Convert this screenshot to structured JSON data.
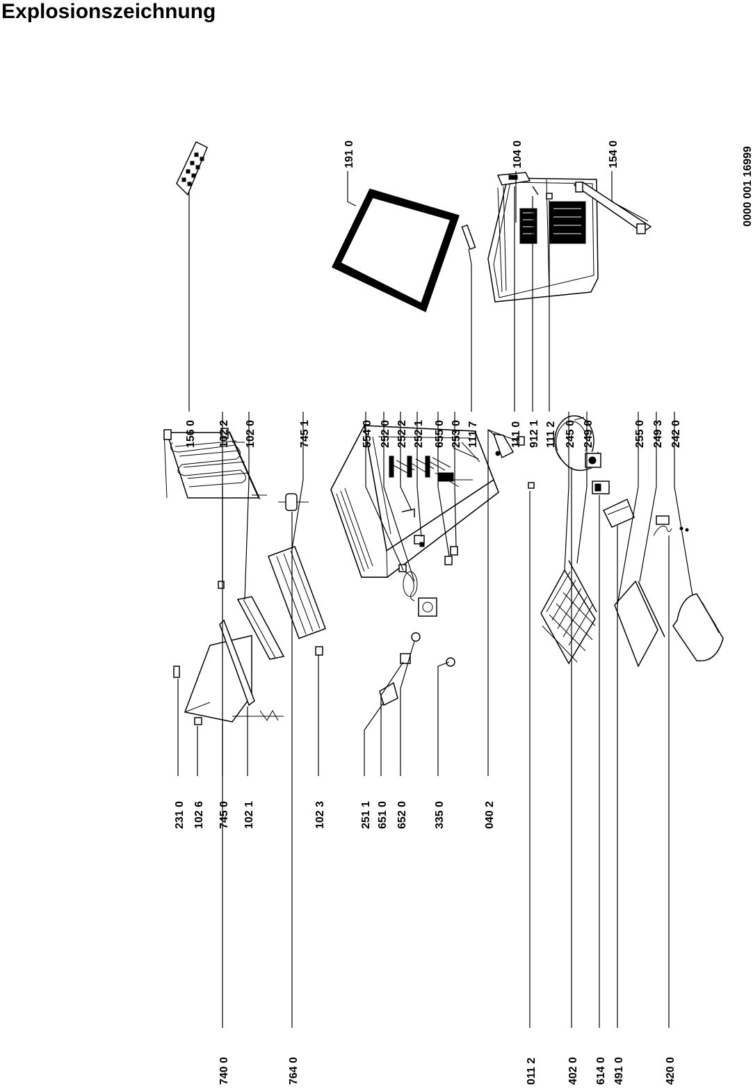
{
  "title": "Explosionszeichnung",
  "doc_number": "0000 001 16999",
  "part_labels": [
    "740 0",
    "764 0",
    "011 2",
    "402 0",
    "614 0",
    "491 0",
    "420 0",
    "040 2",
    "231 0",
    "102 6",
    "745 0",
    "102 1",
    "102 3",
    "251 1",
    "651 0",
    "652 0",
    "335 0",
    "156 0",
    "102 2",
    "102 0",
    "745 1",
    "554 0",
    "252 0",
    "252 2",
    "252 1",
    "655 0",
    "253 0",
    "111 7",
    "111 0",
    "912 1",
    "111 2",
    "245 0",
    "249 0",
    "255 0",
    "249 3",
    "242 0",
    "191 0",
    "104 0",
    "154 0"
  ]
}
